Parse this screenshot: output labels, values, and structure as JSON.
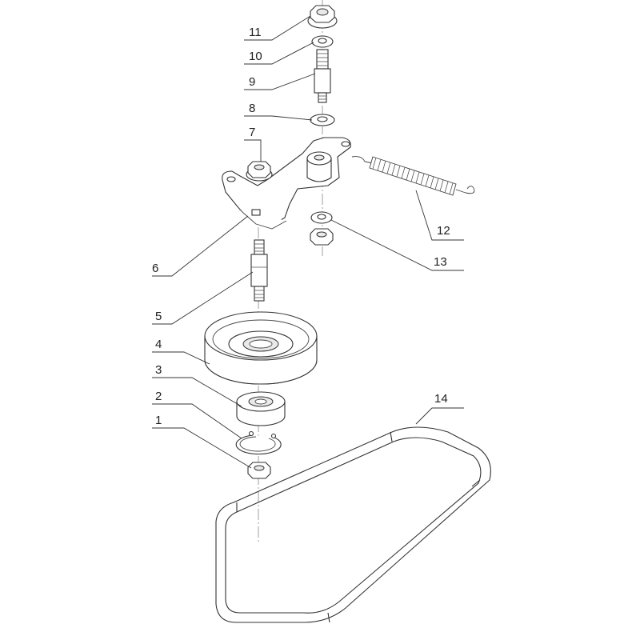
{
  "diagram": {
    "type": "exploded-parts-view",
    "callouts": [
      {
        "id": "11",
        "label": "11",
        "part": "flange-nut"
      },
      {
        "id": "10",
        "label": "10",
        "part": "washer"
      },
      {
        "id": "9",
        "label": "9",
        "part": "threaded-spacer-bolt"
      },
      {
        "id": "8",
        "label": "8",
        "part": "flat-washer"
      },
      {
        "id": "7",
        "label": "7",
        "part": "flange-nut"
      },
      {
        "id": "6",
        "label": "6",
        "part": "idler-arm-bracket"
      },
      {
        "id": "5",
        "label": "5",
        "part": "pulley-shaft-bolt"
      },
      {
        "id": "4",
        "label": "4",
        "part": "idler-pulley"
      },
      {
        "id": "3",
        "label": "3",
        "part": "ball-bearing"
      },
      {
        "id": "2",
        "label": "2",
        "part": "snap-ring"
      },
      {
        "id": "1",
        "label": "1",
        "part": "lock-nut"
      },
      {
        "id": "12",
        "label": "12",
        "part": "tension-spring"
      },
      {
        "id": "13",
        "label": "13",
        "part": "washer-and-nut"
      },
      {
        "id": "14",
        "label": "14",
        "part": "drive-belt"
      }
    ]
  }
}
